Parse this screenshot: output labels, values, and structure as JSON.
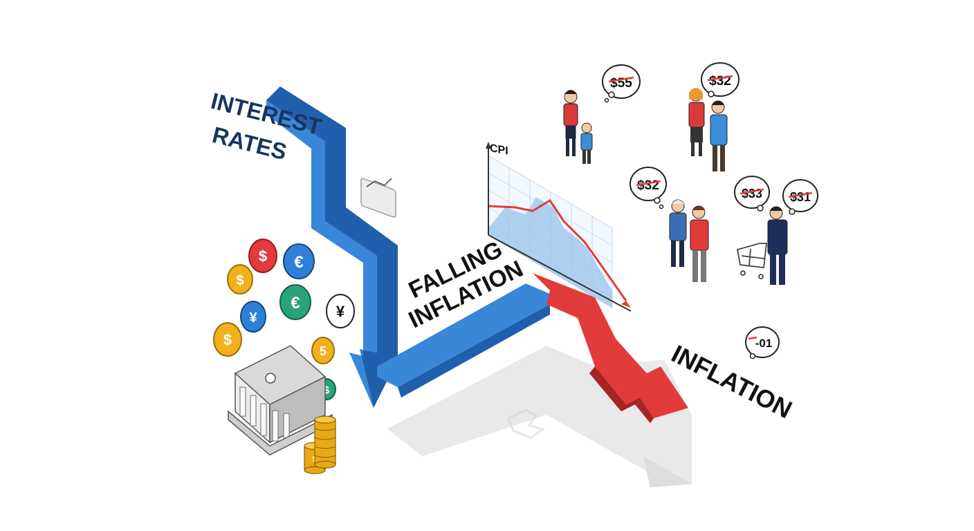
{
  "labels": {
    "interest_rates_line1": "INTEREST",
    "interest_rates_line2": "RATES",
    "falling_inflation_line1": "FALLING",
    "falling_inflation_line2": "INFLATION",
    "inflation": "INFLATION",
    "cpi": "CPI"
  },
  "price_bubbles": [
    {
      "text": "$55"
    },
    {
      "text": "$32"
    },
    {
      "text": "$32"
    },
    {
      "text": "$33"
    },
    {
      "text": "$31"
    },
    {
      "text": "-01"
    }
  ],
  "coins": [
    {
      "symbol": "$",
      "color": "#e23b3b"
    },
    {
      "symbol": "€",
      "color": "#2f7fd6"
    },
    {
      "symbol": "$",
      "color": "#f2b11c"
    },
    {
      "symbol": "€",
      "color": "#2aa27a"
    },
    {
      "symbol": "¥",
      "color": "#ffffff"
    },
    {
      "symbol": "¥",
      "color": "#2f7fd6"
    },
    {
      "symbol": "$",
      "color": "#f2b11c"
    },
    {
      "symbol": "5",
      "color": "#f2b11c"
    },
    {
      "symbol": "$",
      "color": "#2aa27a"
    }
  ],
  "colors": {
    "blue_arrow": "#3a86d8",
    "blue_arrow_dark": "#1f5fae",
    "red_arrow": "#e23b3b",
    "red_arrow_dark": "#a82424",
    "shadow": "#e3e3e3",
    "label_dark_blue": "#17365d",
    "label_black": "#111111"
  }
}
